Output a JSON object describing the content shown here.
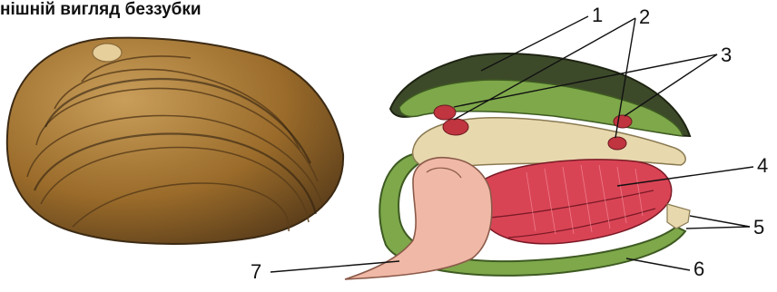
{
  "title": "нішній вигляд беззубки",
  "labels": [
    "1",
    "2",
    "3",
    "4",
    "5",
    "6",
    "7"
  ],
  "colors": {
    "shell_outer": "#9a6b2a",
    "shell_dark": "#4a3a22",
    "mantle_green": "#7ea84a",
    "adductor": "#c0353f",
    "gills": "#d94455",
    "foot": "#f0b8a6",
    "body_beige": "#e8d8ae"
  }
}
